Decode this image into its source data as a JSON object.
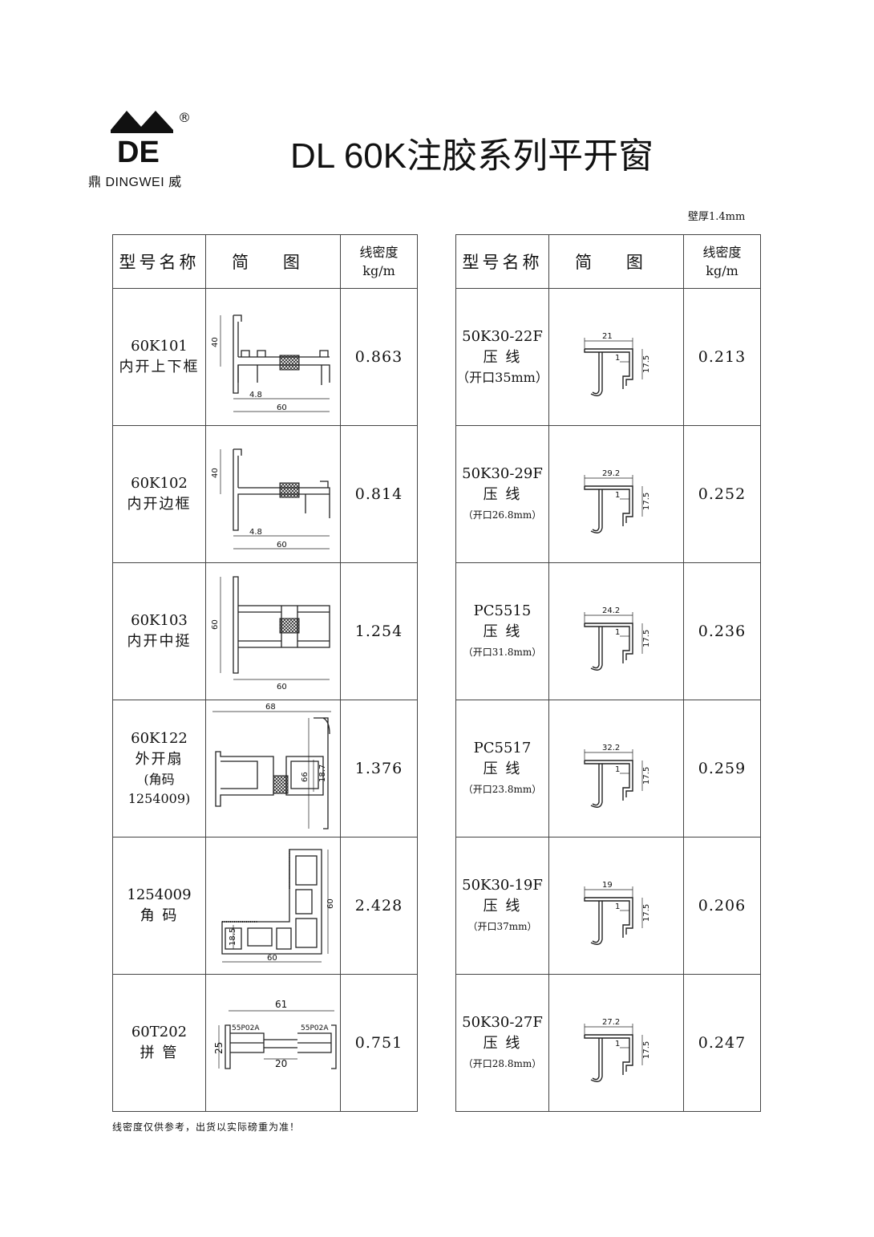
{
  "brand": {
    "logo_letters": "DE",
    "registered": "®",
    "name": "鼎 DINGWEI 威"
  },
  "title": "DL 60K注胶系列平开窗",
  "wall_thickness": "壁厚1.4mm",
  "headers": {
    "model": "型号名称",
    "drawing": "简 图",
    "density_line1": "线密度",
    "density_line2": "kg/m"
  },
  "left_rows": [
    {
      "model": "60K101",
      "desc": "内开上下框",
      "note": "",
      "density": "0.863",
      "dims": [
        "40",
        "4.8",
        "60"
      ]
    },
    {
      "model": "60K102",
      "desc": "内开边框",
      "note": "",
      "density": "0.814",
      "dims": [
        "40",
        "4.8",
        "60"
      ]
    },
    {
      "model": "60K103",
      "desc": "内开中挺",
      "note": "",
      "density": "1.254",
      "dims": [
        "60",
        "60"
      ]
    },
    {
      "model": "60K122",
      "desc": "外开扇",
      "note": "(角码1254009)",
      "density": "1.376",
      "dims": [
        "68",
        "66",
        "18.7"
      ]
    },
    {
      "model": "1254009",
      "desc": "角 码",
      "note": "",
      "density": "2.428",
      "dims": [
        "60",
        "18.5",
        "60"
      ]
    },
    {
      "model": "60T202",
      "desc": "拼 管",
      "note": "",
      "density": "0.751",
      "dims": [
        "61",
        "55P02A",
        "55P02A",
        "25",
        "20"
      ]
    }
  ],
  "right_rows": [
    {
      "model": "50K30-22F",
      "desc": "压 线",
      "note": "（开口35mm）",
      "density": "0.213",
      "dims": [
        "21",
        "1",
        "17.5"
      ]
    },
    {
      "model": "50K30-29F",
      "desc": "压 线",
      "note": "（开口26.8mm）",
      "density": "0.252",
      "dims": [
        "29.2",
        "1",
        "17.5"
      ]
    },
    {
      "model": "PC5515",
      "desc": "压 线",
      "note": "（开口31.8mm）",
      "density": "0.236",
      "dims": [
        "24.2",
        "1",
        "17.5"
      ]
    },
    {
      "model": "PC5517",
      "desc": "压 线",
      "note": "（开口23.8mm）",
      "density": "0.259",
      "dims": [
        "32.2",
        "1",
        "17.5"
      ]
    },
    {
      "model": "50K30-19F",
      "desc": "压 线",
      "note": "（开口37mm）",
      "density": "0.206",
      "dims": [
        "19",
        "1",
        "17.5"
      ]
    },
    {
      "model": "50K30-27F",
      "desc": "压 线",
      "note": "（开口28.8mm）",
      "density": "0.247",
      "dims": [
        "27.2",
        "1",
        "17.5"
      ]
    }
  ],
  "footnote": "线密度仅供参考，出货以实际磅重为准！"
}
